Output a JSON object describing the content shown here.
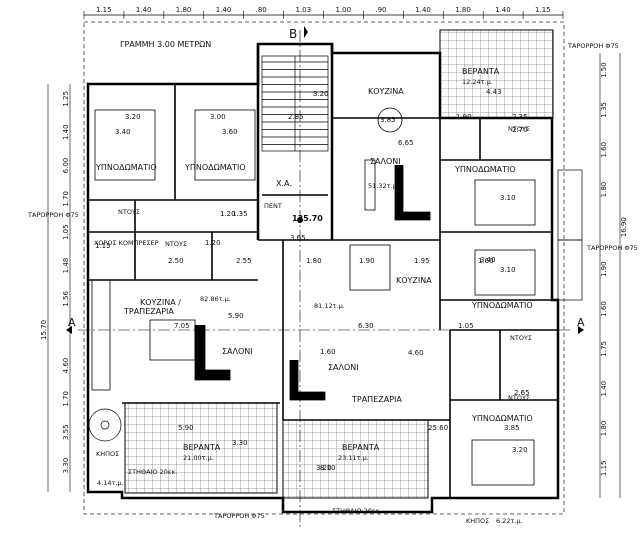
{
  "top_dimensions": [
    "1.15",
    "1.40",
    "1.80",
    "1.40",
    ".80",
    "1.03",
    "1.00",
    ".90",
    "1.40",
    "1.80",
    "1.40",
    "1.15"
  ],
  "labels": {
    "line_3m": "ΓΡΑΜΜΗ 3.00 ΜΕΤΡΩΝ",
    "section_b": "B",
    "section_a": "A",
    "taproh_top_right": "ΤΑΡΟΡΡΟΗ Φ75",
    "taproh_left": "ΤΑΡΟΡΡΟΗ Φ75",
    "taproh_right": "ΤΑΡΟΡΡΟΗ Φ75",
    "taproh_bottom": "ΤΑΡΟΡΡΟΗ Φ75",
    "elevation": "135.70",
    "compressor": "ΚΟΜΠΡΕΣΕΡ",
    "chorus": "ΧΩΡΟΣ ΚΟΜΠΡΕΣΕΡ"
  },
  "rooms": [
    {
      "id": "veranta-top",
      "name": "ΒΕΡΑΝΤΑ",
      "area": "12.24τ.μ."
    },
    {
      "id": "kouzina-top",
      "name": "ΚΟΥΖΙΝΑ",
      "area": ""
    },
    {
      "id": "saloni-top",
      "name": "ΣΑΛΟΝΙ",
      "area": "51.32τ.μ."
    },
    {
      "id": "ypno-1",
      "name": "ΥΠΝΟΔΩΜΑΤΙΟ",
      "area": ""
    },
    {
      "id": "ypno-2",
      "name": "ΥΠΝΟΔΩΜΑΤΙΟ",
      "area": ""
    },
    {
      "id": "ypno-3",
      "name": "ΥΠΝΟΔΩΜΑΤΙΟ",
      "area": ""
    },
    {
      "id": "ypno-4",
      "name": "ΥΠΝΟΔΩΜΑΤΙΟ",
      "area": ""
    },
    {
      "id": "ypno-5",
      "name": "ΥΠΝΟΔΩΜΑΤΙΟ",
      "area": ""
    },
    {
      "id": "ntous-1",
      "name": "ΝΤΟΥΣ",
      "area": ""
    },
    {
      "id": "ntous-2",
      "name": "ΝΤΟΥΣ",
      "area": ""
    },
    {
      "id": "ntous-3",
      "name": "ΝΤΟΥΣ",
      "area": ""
    },
    {
      "id": "ntous-4",
      "name": "ΝΤΟΥΣ",
      "area": ""
    },
    {
      "id": "ntous-5",
      "name": "ΝΤΟΥΣ",
      "area": ""
    },
    {
      "id": "kouzina-trap",
      "name": "ΚΟΥΖΙΝΑ /",
      "name2": "ΤΡΑΠΕΖΑΡΙΑ",
      "area": "82.86τ.μ."
    },
    {
      "id": "saloni-left",
      "name": "ΣΑΛΟΝΙ",
      "area": ""
    },
    {
      "id": "kouzina-mid",
      "name": "ΚΟΥΖΙΝΑ",
      "area": "81.12τ.μ."
    },
    {
      "id": "saloni-mid",
      "name": "ΣΑΛΟΝΙ",
      "area": ""
    },
    {
      "id": "trapezaria",
      "name": "ΤΡΑΠΕΖΑΡΙΑ",
      "area": ""
    },
    {
      "id": "veranta-left",
      "name": "ΒΕΡΑΝΤΑ",
      "area": "21.00τ.μ."
    },
    {
      "id": "veranta-mid",
      "name": "ΒΕΡΑΝΤΑ",
      "area": "23.11τ.μ."
    },
    {
      "id": "kipos-left",
      "name": "ΚΗΠΟΣ",
      "area": "4.14τ.μ."
    },
    {
      "id": "kipos-right",
      "name": "ΚΗΠΟΣ",
      "area": "6.22τ.μ."
    },
    {
      "id": "xa",
      "name": "Χ.Α.",
      "area": ""
    },
    {
      "id": "pent",
      "name": "ΠΕΝΤ",
      "area": ""
    }
  ],
  "notes": {
    "stithaio_left": "ΣΤΗΘΑΙΟ 20εκ.",
    "stithaio_mid": "ΣΤΗΘΑΙΟ 20εκ."
  },
  "interior_dims": [
    "3.20",
    "3.00",
    "3.40",
    "3.60",
    "1.90",
    "2.35",
    "2.70",
    "4.43",
    "3.85",
    "6.65",
    "2.85",
    "3.20",
    "3.10",
    "3.40",
    "3.10",
    "2.50",
    "2.55",
    "1.80",
    "1.90",
    "1.95",
    "1.60",
    "5.90",
    "7.05",
    "6.30",
    "4.60",
    "1.60",
    "1.05",
    "2.65",
    "3.85",
    "3.20",
    "5.90",
    "3.30",
    "3.20",
    "25.60",
    "1.20",
    "1.20",
    "1.35",
    "1.15",
    "3.65",
    "8.10"
  ],
  "left_dimensions": [
    "1.25",
    "1.40",
    "6.00",
    "1.70",
    "1.05",
    "1.48",
    "1.56",
    "15.70",
    "4.60",
    "1.70",
    "3.55",
    "3.30"
  ],
  "right_dimensions": [
    "1.50",
    "1.35",
    "1.60",
    "1.80",
    "16.90",
    "1.90",
    "1.60",
    "1.75",
    "1.40",
    "1.80",
    "1.15"
  ]
}
